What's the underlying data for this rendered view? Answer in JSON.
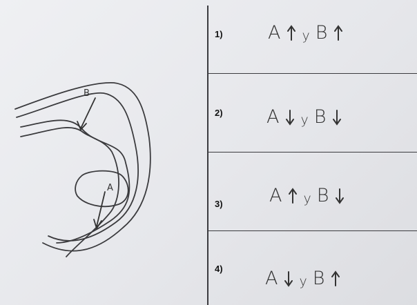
{
  "figure": {
    "point_b_label": "B",
    "point_a_label": "A"
  },
  "options": [
    {
      "number": "1)",
      "a_letter": "A",
      "a_direction": "up",
      "connector": "y",
      "b_letter": "B",
      "b_direction": "up"
    },
    {
      "number": "2)",
      "a_letter": "A",
      "a_direction": "down",
      "connector": "y",
      "b_letter": "B",
      "b_direction": "down"
    },
    {
      "number": "3)",
      "a_letter": "A",
      "a_direction": "up",
      "connector": "y",
      "b_letter": "B",
      "b_direction": "down"
    },
    {
      "number": "4)",
      "a_letter": "A",
      "a_direction": "down",
      "connector": "y",
      "b_letter": "B",
      "b_direction": "up"
    }
  ],
  "colors": {
    "ink": "#333333",
    "paper": "#eceef1"
  }
}
